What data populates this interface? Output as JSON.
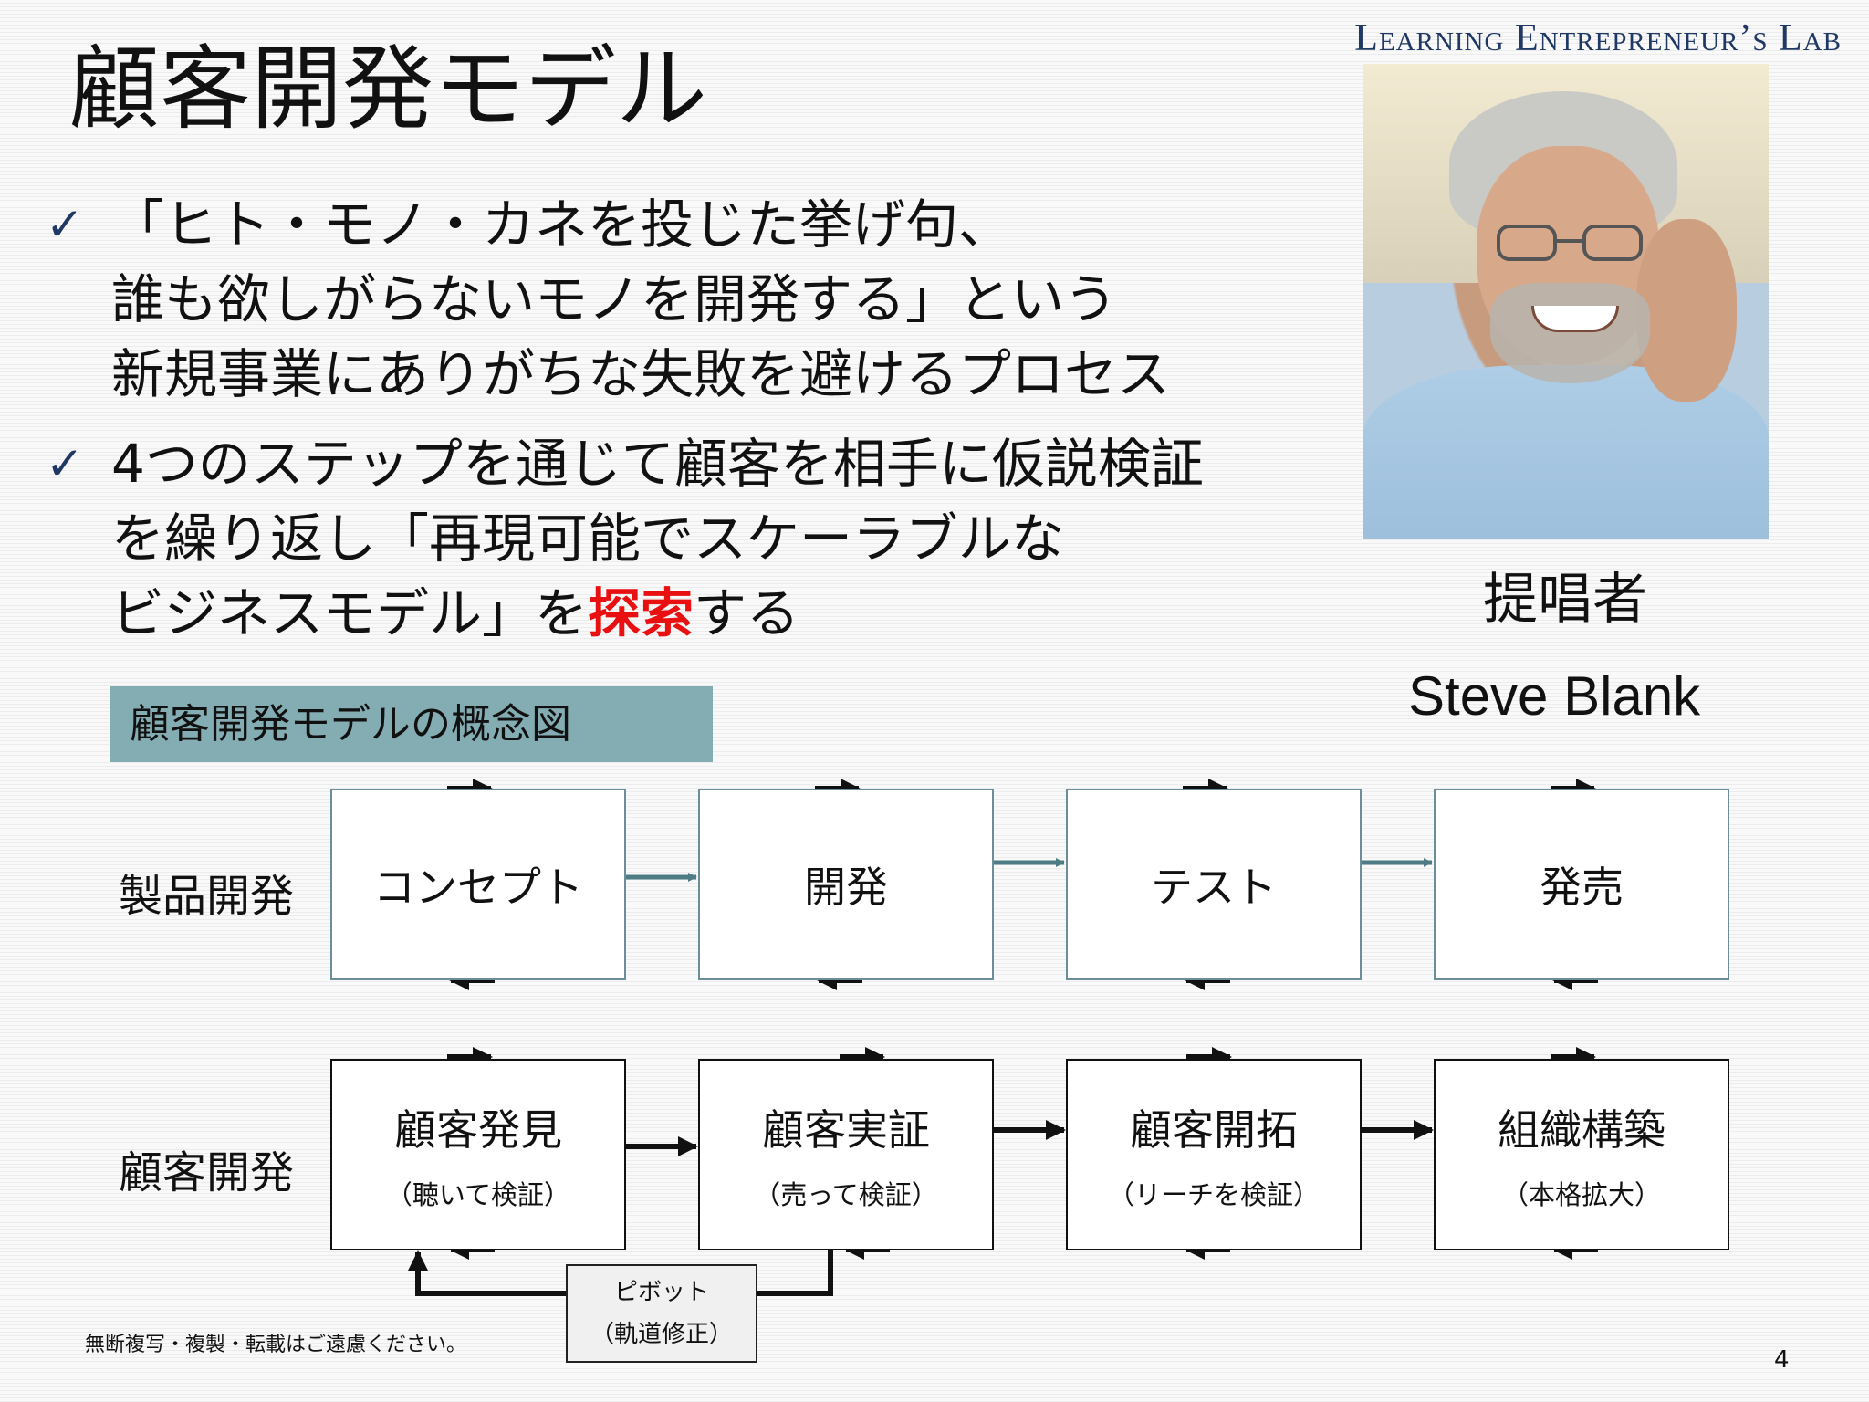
{
  "slide": {
    "title": "顧客開発モデル",
    "brand": "Learning Entrepreneur’s Lab",
    "page_number": "4",
    "footer": "無断複写・複製・転載はご遠慮ください。"
  },
  "bullets": [
    {
      "check": "✓",
      "lines": [
        "「ヒト・モノ・カネを投じた挙げ句、",
        "誰も欲しがらないモノを開発する」という",
        "新規事業にありがちな失敗を避けるプロセス"
      ]
    },
    {
      "check": "✓",
      "lines": [
        "4つのステップを通じて顧客を相手に仮説検証",
        "を繰り返し「再現可能でスケーラブルな"
      ],
      "last_line": {
        "before": "ビジネスモデル」を",
        "highlight": "探索",
        "after": "する"
      }
    }
  ],
  "proposer": {
    "role": "提唱者",
    "name": "Steve Blank"
  },
  "concept": {
    "label": "顧客開発モデルの概念図",
    "product_row": {
      "label": "製品開発",
      "steps": [
        "コンセプト",
        "開発",
        "テスト",
        "発売"
      ]
    },
    "customer_row": {
      "label": "顧客開発",
      "steps": [
        {
          "main": "顧客発見",
          "sub": "（聴いて検証）"
        },
        {
          "main": "顧客実証",
          "sub": "（売って検証）"
        },
        {
          "main": "顧客開拓",
          "sub": "（リーチを検証）"
        },
        {
          "main": "組織構築",
          "sub": "（本格拡大）"
        }
      ]
    },
    "pivot": {
      "line1": "ピボット",
      "line2": "（軌道修正）"
    }
  },
  "colors": {
    "title_text": "#111111",
    "brand_text": "#1f3864",
    "highlight": "#e81010",
    "label_band": "#84acb3",
    "product_border": "#6b8e98",
    "product_arrow": "#4d7c85"
  }
}
